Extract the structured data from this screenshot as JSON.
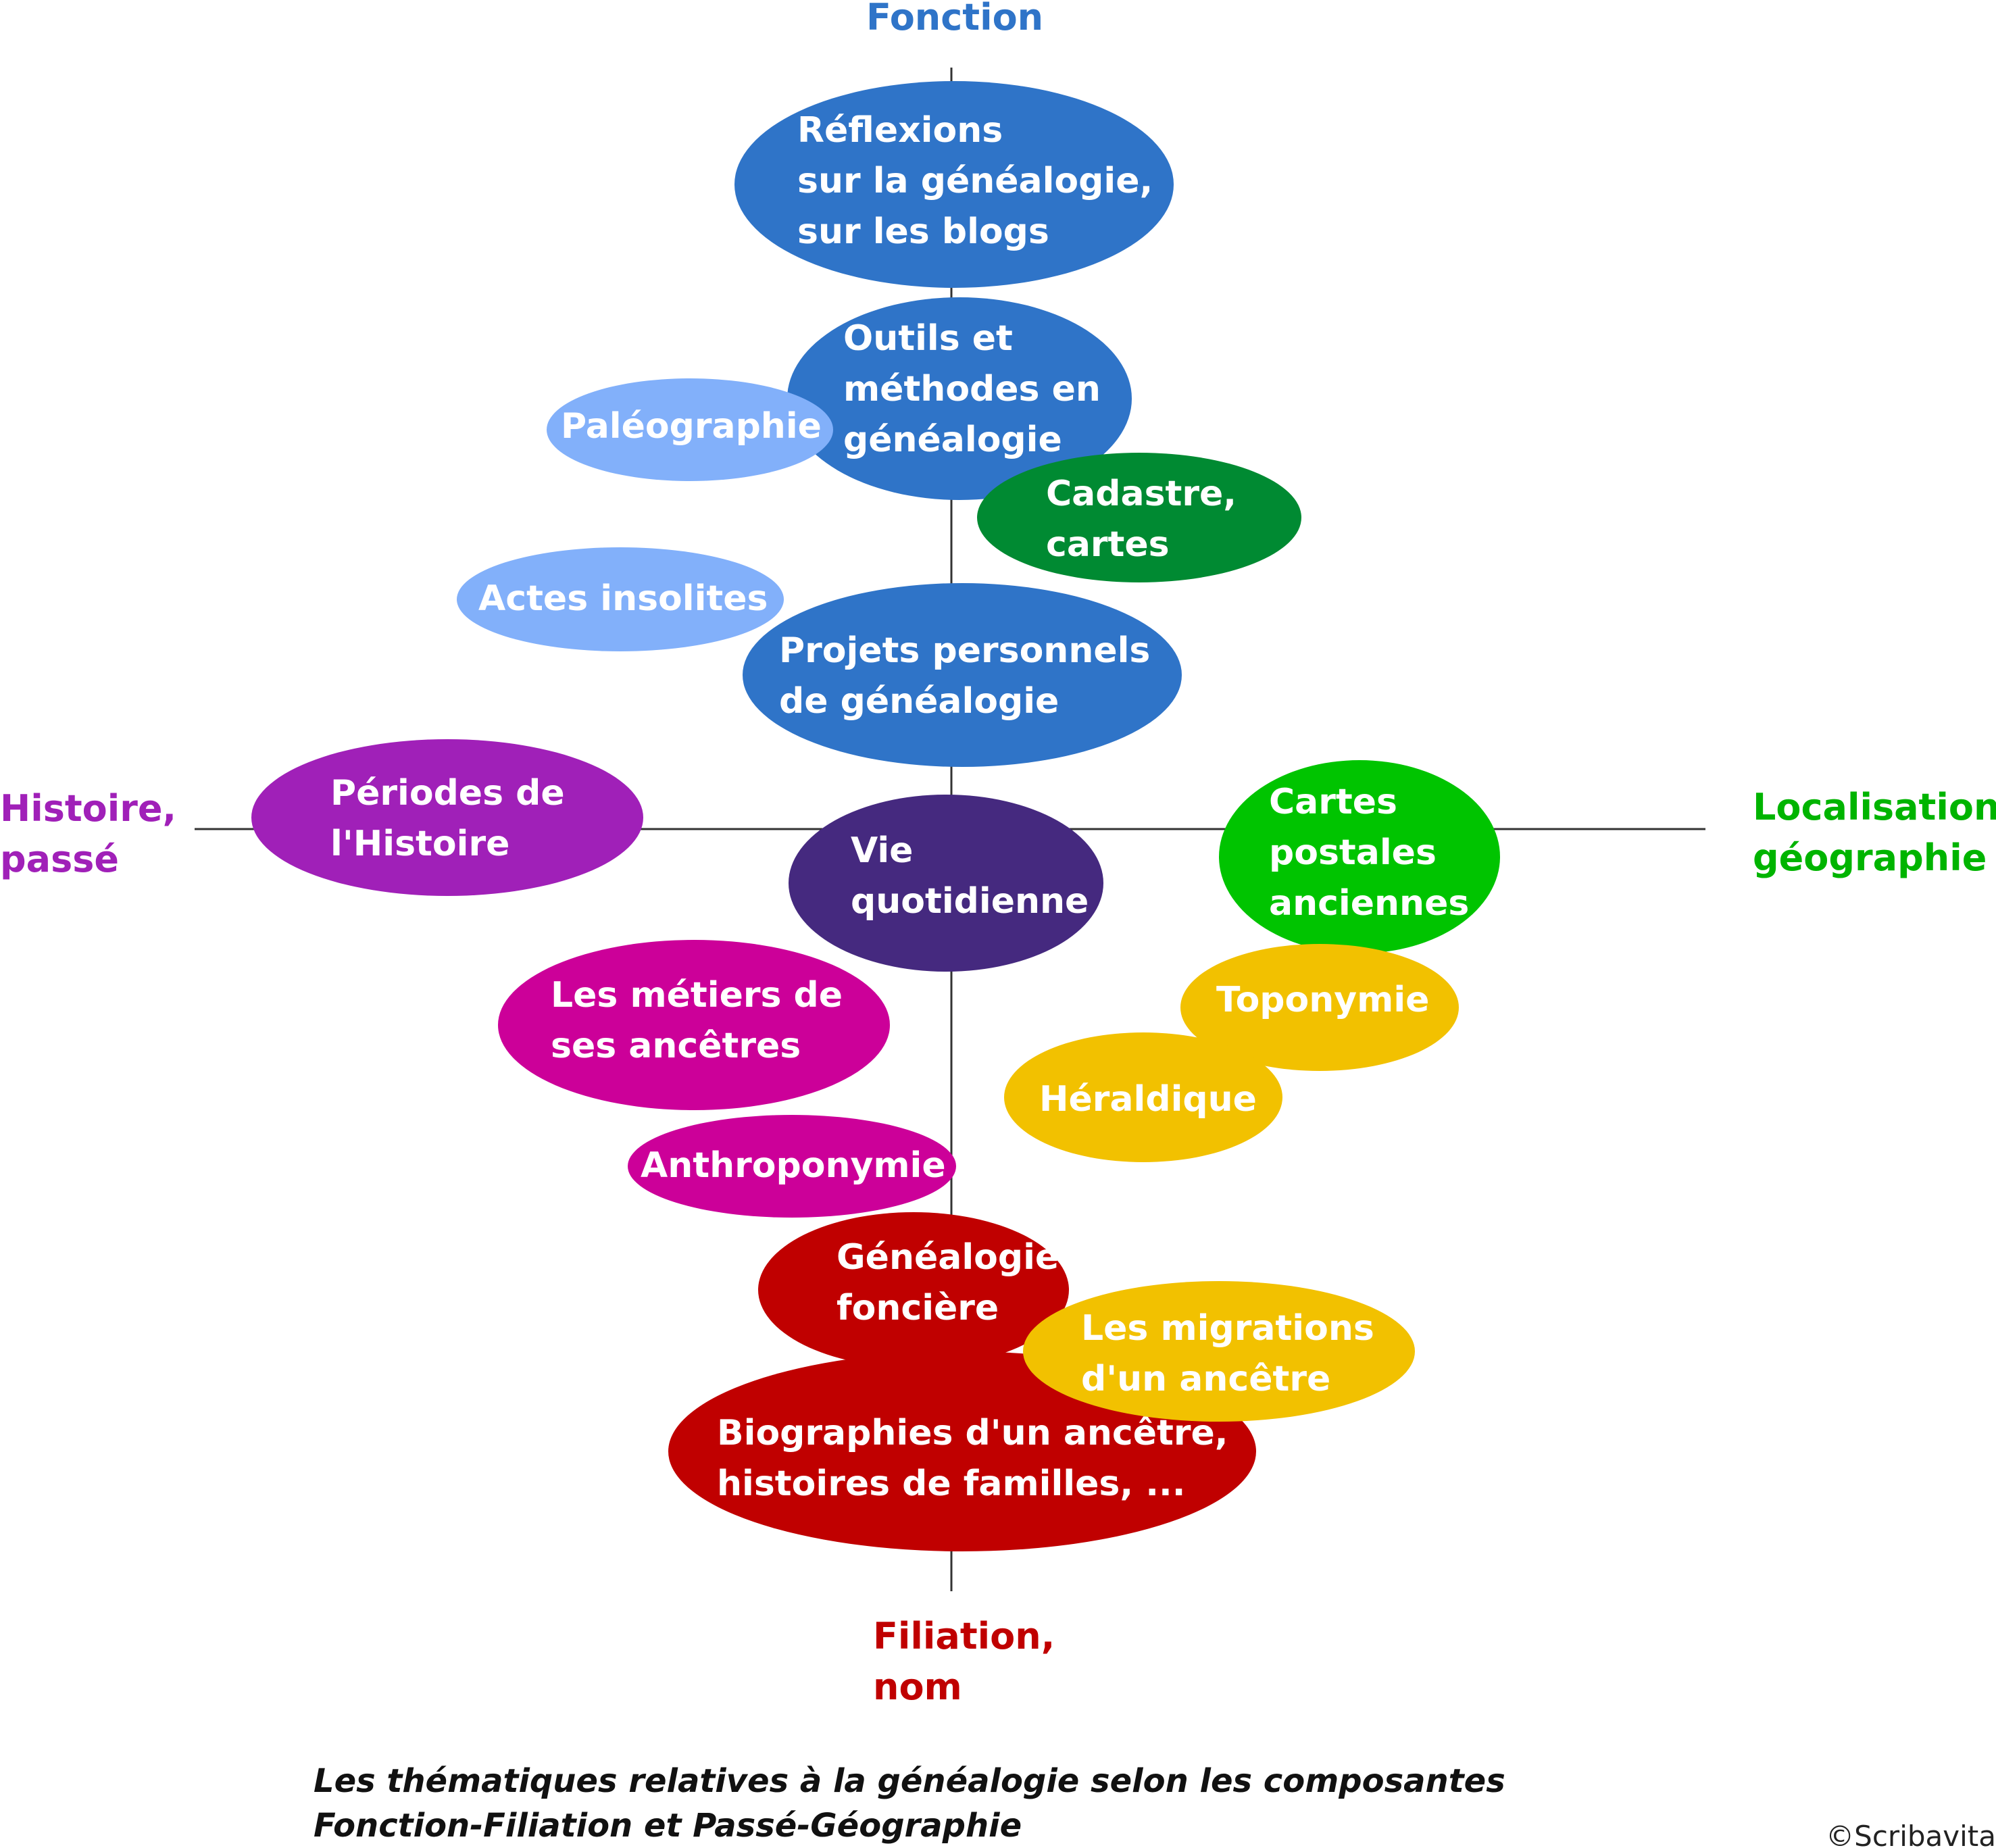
{
  "axes": {
    "top": {
      "label": [
        "Fonction"
      ],
      "color": "#2f74c8"
    },
    "bottom": {
      "label": [
        "Filiation,",
        "nom"
      ],
      "color": "#c00000"
    },
    "left": {
      "label": [
        "Histoire,",
        "passé"
      ],
      "color": "#a020b8"
    },
    "right": {
      "label": [
        "Localisation,",
        "géographie"
      ],
      "color": "#00b400"
    }
  },
  "themes": [
    {
      "id": "reflexions",
      "lines": [
        "Réflexions",
        "sur la généalogie,",
        "sur les blogs"
      ],
      "color": "#2f74c8"
    },
    {
      "id": "outils",
      "lines": [
        "Outils et",
        "méthodes en",
        "généalogie"
      ],
      "color": "#2f74c8"
    },
    {
      "id": "paleographie",
      "lines": [
        "Paléographie"
      ],
      "color": "#82b0fa"
    },
    {
      "id": "cadastre",
      "lines": [
        "Cadastre,",
        "cartes"
      ],
      "color": "#008a32"
    },
    {
      "id": "actes",
      "lines": [
        "Actes insolites"
      ],
      "color": "#82b0fa"
    },
    {
      "id": "projets",
      "lines": [
        "Projets personnels",
        "de généalogie"
      ],
      "color": "#2f74c8"
    },
    {
      "id": "periodes",
      "lines": [
        "Périodes de",
        "l'Histoire"
      ],
      "color": "#a020b8"
    },
    {
      "id": "vie",
      "lines": [
        "Vie",
        "quotidienne"
      ],
      "color": "#45297f"
    },
    {
      "id": "cartes-postales",
      "lines": [
        "Cartes",
        "postales",
        "anciennes"
      ],
      "color": "#00c400"
    },
    {
      "id": "toponymie",
      "lines": [
        "Toponymie"
      ],
      "color": "#f2c100"
    },
    {
      "id": "heraldique",
      "lines": [
        "Héraldique"
      ],
      "color": "#f2c100"
    },
    {
      "id": "metiers",
      "lines": [
        "Les métiers de",
        "ses ancêtres"
      ],
      "color": "#cc0099"
    },
    {
      "id": "anthroponymie",
      "lines": [
        "Anthroponymie"
      ],
      "color": "#cc0099"
    },
    {
      "id": "genealogie-fonciere",
      "lines": [
        "Généalogie",
        "foncière"
      ],
      "color": "#c00000"
    },
    {
      "id": "biographies",
      "lines": [
        "Biographies d'un ancêtre,",
        "histoires de familles, ..."
      ],
      "color": "#c00000"
    },
    {
      "id": "migrations",
      "lines": [
        "Les migrations",
        "d'un ancêtre"
      ],
      "color": "#f2c100"
    }
  ],
  "caption": {
    "lines": [
      "Les thématiques relatives à la généalogie selon les composantes",
      "Fonction-Filiation et Passé-Géographie"
    ]
  },
  "copyright": "©Scribavita"
}
